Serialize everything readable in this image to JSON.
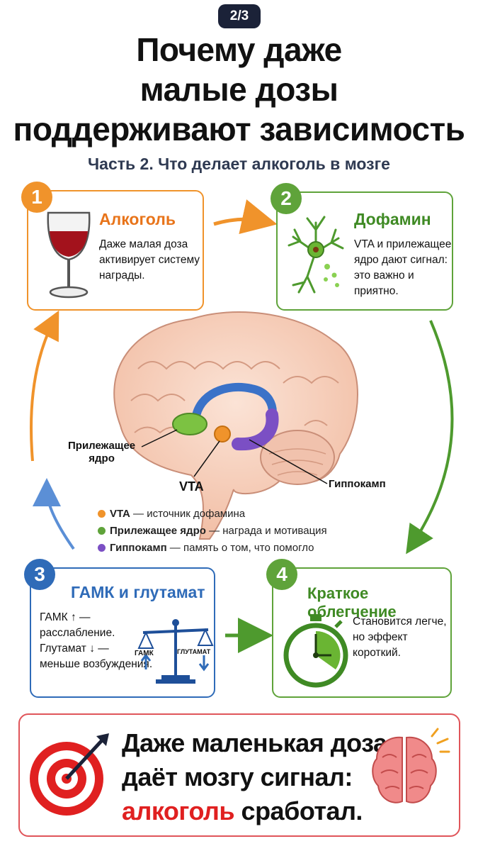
{
  "page_badge": "2/3",
  "title": {
    "line1": "Почему даже",
    "line2": "малые дозы",
    "line3": "поддерживают зависимость"
  },
  "subtitle": "Часть 2. Что делает алкоголь в мозге",
  "steps": [
    {
      "number": "1",
      "title": "Алкоголь",
      "text": [
        "Даже малая доза",
        "активирует систему",
        "награды."
      ],
      "icon": "wine-glass-icon",
      "color": "#f0932b"
    },
    {
      "number": "2",
      "title": "Дофамин",
      "text": [
        "VTA и прилежащее",
        "ядро дают сигнал:",
        "это важно и приятно."
      ],
      "icon": "neuron-icon",
      "color": "#5fa33a"
    },
    {
      "number": "3",
      "title": "ГАМК и глутамат",
      "text": [
        "ГАМК ↑ —",
        "расслабление.",
        "Глутамат ↓ —",
        "меньше возбуждения."
      ],
      "icon": "scale-icon",
      "color": "#2f6bb8",
      "scale_labels": {
        "left": "ГАМК",
        "right": "ГЛУТАМАТ"
      }
    },
    {
      "number": "4",
      "title": "Краткое облегчение",
      "text": [
        "Становится легче,",
        "но эффект",
        "короткий."
      ],
      "icon": "stopwatch-icon",
      "color": "#5fa33a"
    }
  ],
  "brain_labels": {
    "nucleus": [
      "Прилежащее",
      "ядро"
    ],
    "vta": "VTA",
    "hippocampus": "Гиппокамп"
  },
  "legend": [
    {
      "term": "VTA",
      "desc": " — источник дофамина",
      "color": "#f0932b"
    },
    {
      "term": "Прилежащее ядро",
      "desc": " — награда и мотивация",
      "color": "#5fa33a"
    },
    {
      "term": "Гиппокамп",
      "desc": " — память о том, что помогло",
      "color": "#7b4fc4"
    }
  ],
  "bottom": {
    "line1": "Даже маленькая доза",
    "line2": "даёт мозгу сигнал:",
    "line3_red": "алкоголь",
    "line3_rest": " сработал."
  },
  "colors": {
    "orange": "#f0932b",
    "green": "#5fa33a",
    "blue": "#2f6bb8",
    "red": "#e02020",
    "purple": "#7b4fc4"
  }
}
